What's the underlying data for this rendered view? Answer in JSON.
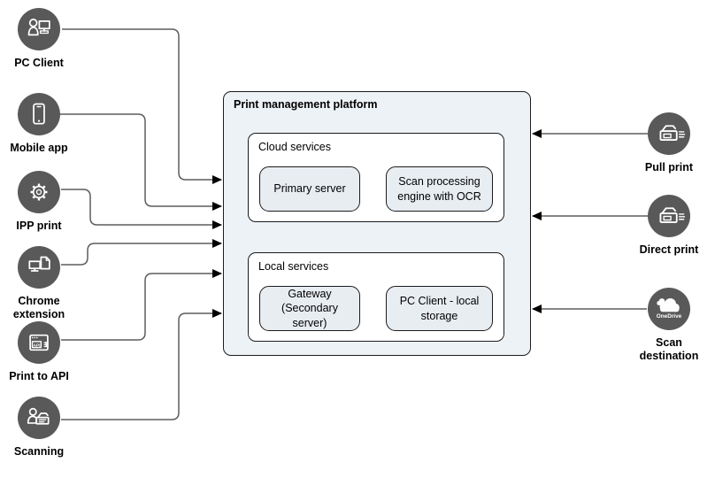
{
  "platform": {
    "title": "Print management platform",
    "groups": [
      {
        "label": "Cloud services",
        "nodes": [
          {
            "label": "Primary server"
          },
          {
            "label": "Scan processing engine with OCR"
          }
        ]
      },
      {
        "label": "Local services",
        "nodes": [
          {
            "label": "Gateway (Secondary server)"
          },
          {
            "label": "PC Client - local storage"
          }
        ]
      }
    ]
  },
  "left_nodes": [
    {
      "label": "PC Client",
      "icon": "pc-client-icon"
    },
    {
      "label": "Mobile app",
      "icon": "mobile-phone-icon"
    },
    {
      "label": "IPP print",
      "icon": "gear-icon"
    },
    {
      "label": "Chrome extension",
      "icon": "monitor-document-icon"
    },
    {
      "label": "Print to API",
      "icon": "api-window-icon",
      "icon_text": "API"
    },
    {
      "label": "Scanning",
      "icon": "person-scanner-icon"
    }
  ],
  "right_nodes": [
    {
      "label": "Pull print",
      "icon": "multifunction-printer-icon"
    },
    {
      "label": "Direct print",
      "icon": "multifunction-printer-icon"
    },
    {
      "label": "Scan destination",
      "icon": "onedrive-cloud-icon",
      "icon_text": "OneDrive"
    }
  ],
  "colors": {
    "node_circle": "#595959",
    "platform_fill": "#edf2f7",
    "leaf_fill": "#e8edf2",
    "container_fill": "#ffffff",
    "border": "#1c1c1c",
    "line": "#5d5d5d",
    "arrowhead": "#000000"
  }
}
